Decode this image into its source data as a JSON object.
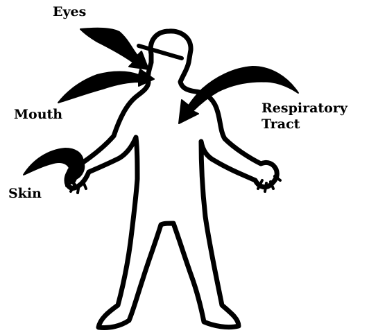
{
  "labels": {
    "eyes": "Eyes",
    "mouth": "Mouth",
    "respiratory_line1": "Respiratory",
    "respiratory_line2": "Tract",
    "skin": "Skin"
  },
  "colors": {
    "ink": "#000000",
    "background": "#ffffff"
  },
  "icons": {
    "figure": "human-outline-figure",
    "arrows": "curved-exposure-arrow"
  }
}
